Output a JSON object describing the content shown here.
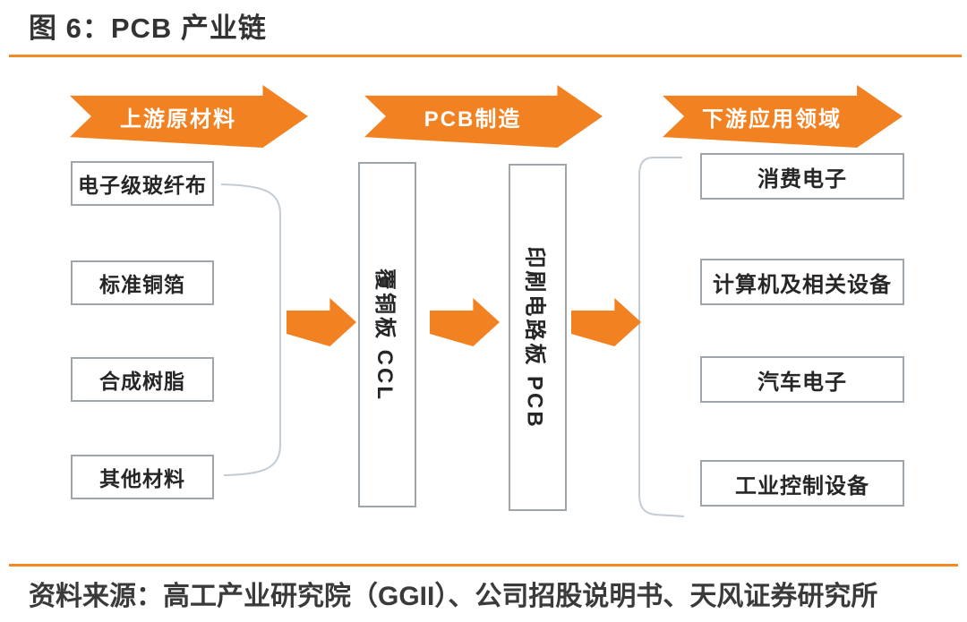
{
  "title": "图 6：PCB 产业链",
  "colors": {
    "accent": "#F28121",
    "rule": "#F28A25",
    "box_border": "#9EA6AC",
    "bracket": "#C3CCD3",
    "text": "#262626",
    "banner_text": "#FFFFFF"
  },
  "stages": [
    {
      "banner": "上游原材料",
      "boxes": [
        "电子级玻纤布",
        "标准铜箔",
        "合成树脂",
        "其他材料"
      ]
    },
    {
      "banner": "PCB制造",
      "boxes": [
        "覆铜板 CCL",
        "印刷电路板 PCB"
      ]
    },
    {
      "banner": "下游应用领域",
      "boxes": [
        "消费电子",
        "计算机及相关设备",
        "汽车电子",
        "工业控制设备"
      ]
    }
  ],
  "source": "资料来源：高工产业研究院（GGII）、公司招股说明书、天风证券研究所"
}
